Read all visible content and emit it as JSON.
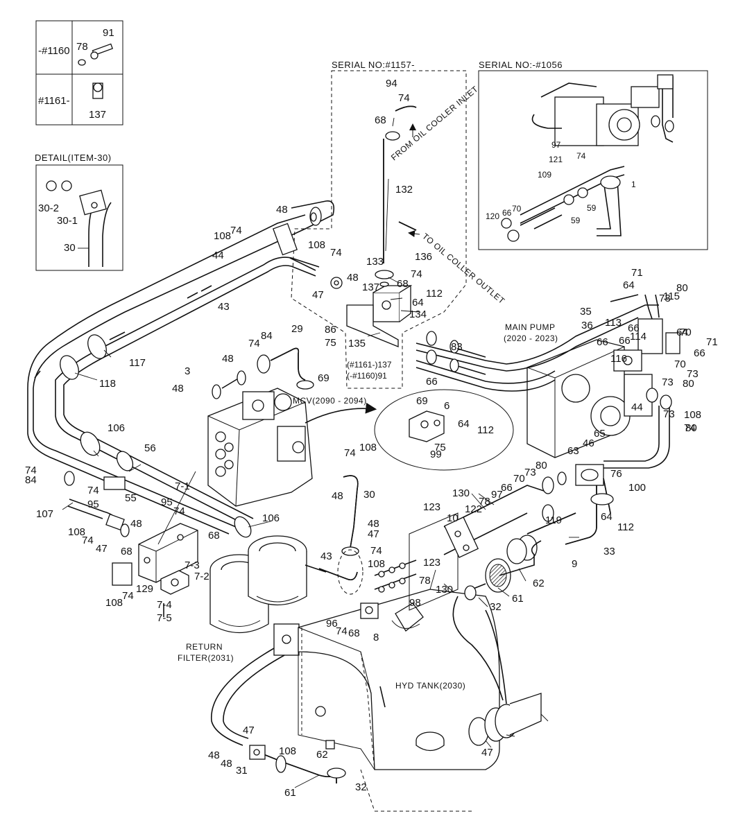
{
  "serial_table": {
    "rows": [
      {
        "range": "-#1160",
        "parts": [
          "91",
          "78"
        ]
      },
      {
        "range": "#1161-",
        "parts": [
          "137"
        ]
      }
    ]
  },
  "detail_box": {
    "title": "DETAIL(ITEM-30)",
    "labels": [
      "30-2",
      "30-1",
      "30"
    ]
  },
  "serial_new": {
    "title": "SERIAL NO:#1157-"
  },
  "serial_old": {
    "title": "SERIAL NO:-#1056",
    "labels": [
      "97",
      "74",
      "121",
      "109",
      "1",
      "59",
      "59",
      "120",
      "66",
      "70"
    ]
  },
  "notes": {
    "from_cooler": "FROM OIL COOLER INLET",
    "to_cooler": "TO OIL COLLER OUTLET",
    "main_pump_line1": "MAIN PUMP",
    "main_pump_line2": "(2020 - 2023)",
    "mcv": "MCV(2090 - 2094)",
    "return_filter_line1": "RETURN",
    "return_filter_line2": "FILTER(2031)",
    "hyd_tank": "HYD TANK(2030)",
    "serial_137": "(#1161-)137",
    "serial_91": "(-#1160)91"
  },
  "part_labels": [
    "94",
    "74",
    "68",
    "132",
    "108",
    "74",
    "136",
    "133",
    "74",
    "48",
    "137",
    "68",
    "112",
    "64",
    "134",
    "135",
    "47",
    "48",
    "108",
    "74",
    "44",
    "43",
    "117",
    "118",
    "29",
    "86",
    "75",
    "84",
    "74",
    "48",
    "3",
    "69",
    "48",
    "106",
    "56",
    "55",
    "74",
    "84",
    "74",
    "107",
    "95",
    "95",
    "74",
    "7-1",
    "106",
    "68",
    "48",
    "108",
    "74",
    "47",
    "68",
    "7-3",
    "7-2",
    "129",
    "74",
    "108",
    "7-4",
    "7-5",
    "74",
    "108",
    "30",
    "48",
    "48",
    "47",
    "43",
    "74",
    "108",
    "6",
    "69",
    "64",
    "112",
    "75",
    "99",
    "130",
    "78",
    "97",
    "66",
    "122",
    "10",
    "123",
    "123",
    "130",
    "78",
    "98",
    "96",
    "74",
    "68",
    "8",
    "9",
    "62",
    "61",
    "32",
    "70",
    "73",
    "80",
    "119",
    "33",
    "64",
    "112",
    "76",
    "100",
    "46",
    "65",
    "63",
    "80",
    "73",
    "80",
    "73",
    "70",
    "66",
    "71",
    "64",
    "115",
    "35",
    "36",
    "113",
    "83",
    "66",
    "66",
    "66",
    "114",
    "116",
    "73",
    "64",
    "71",
    "66",
    "70",
    "73",
    "80",
    "44",
    "108",
    "74",
    "47",
    "48",
    "48",
    "31",
    "108",
    "62",
    "61",
    "32",
    "47"
  ]
}
